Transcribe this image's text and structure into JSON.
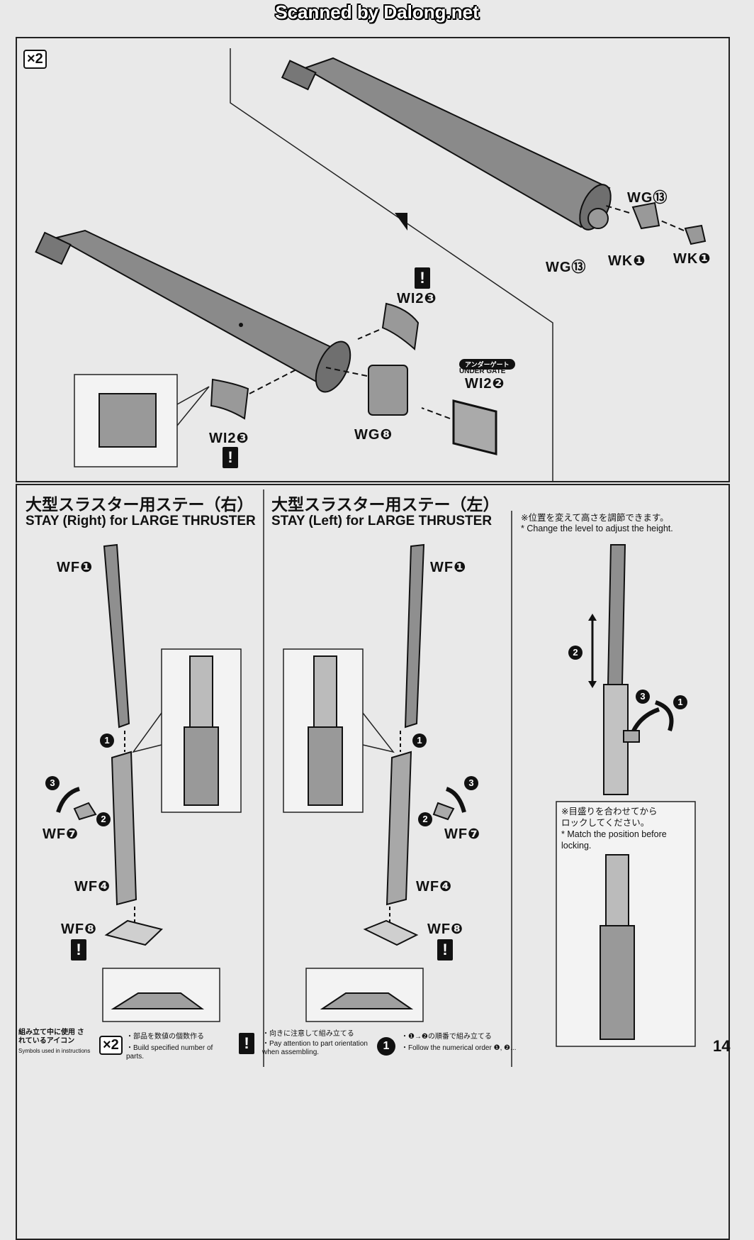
{
  "watermark": "Scanned by Dalong.net",
  "multiplier": "×2",
  "top_labels": {
    "wg13_a": "WG⑬",
    "wg13_b": "WG⑬",
    "wk1_a": "WK❶",
    "wk1_b": "WK❶",
    "wi23_a": "WI2❸",
    "wi23_b": "WI2❸",
    "wi22": "WI2❷",
    "wg8": "WG❽",
    "under_gate_jp": "アンダーゲート",
    "under_gate_en": "UNDER GATE"
  },
  "right_stay": {
    "title_jp": "大型スラスター用ステー（右）",
    "title_en": "STAY (Right) for LARGE THRUSTER",
    "wf1": "WF❶",
    "wf7": "WF❼",
    "wf4": "WF❹",
    "wf8": "WF❽"
  },
  "left_stay": {
    "title_jp": "大型スラスター用ステー（左）",
    "title_en": "STAY (Left) for LARGE THRUSTER",
    "wf1": "WF❶",
    "wf7": "WF❼",
    "wf4": "WF❹",
    "wf8": "WF❽"
  },
  "adjust_note": {
    "jp": "※位置を変えて高さを調節できます。",
    "en": "* Change the level to adjust the height."
  },
  "match_note": {
    "jp": "※目盛りを合わせてから ロックしてください。",
    "en": "* Match the position before locking."
  },
  "steps": {
    "one": "1",
    "two": "2",
    "three": "3"
  },
  "warn_symbol": "!",
  "footer": {
    "legend_jp": "組み立て中に使用 されているアイコン",
    "legend_en": "Symbols used in instructions",
    "build_jp": "・部品を数値の個数作る",
    "build_en": "・Build specified number of parts.",
    "orient_jp": "・向きに注意して組み立てる",
    "orient_en": "・Pay attention to part orientation when assembling.",
    "order_jp": "・❶→❷の順番で組み立てる",
    "order_en": "・Follow the numerical order ❶, ❷...",
    "page": "14"
  }
}
